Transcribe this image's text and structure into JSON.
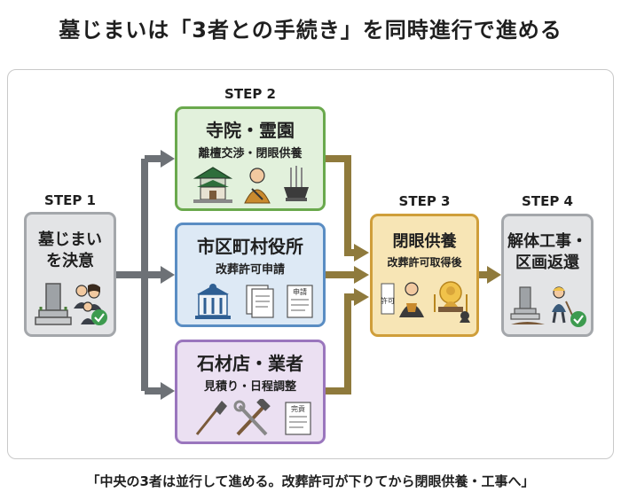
{
  "title": "墓じまいは「3者との手続き」を同時進行で進める",
  "steps": [
    {
      "label": "STEP 1",
      "heading_line1": "墓じまい",
      "heading_line2": "を決意"
    },
    {
      "label": "STEP 2"
    },
    {
      "label": "STEP 3",
      "heading": "閉眼供養",
      "sub": "改葬許可取得後"
    },
    {
      "label": "STEP 4",
      "heading_line1": "解体工事・",
      "heading_line2": "区画返還"
    }
  ],
  "parties": [
    {
      "heading": "寺院・霊園",
      "sub": "離檀交渉・閉眼供養"
    },
    {
      "heading": "市区町村役所",
      "sub": "改葬許可申請"
    },
    {
      "heading": "石材店・業者",
      "sub": "見積り・日程調整"
    }
  ],
  "doc_labels": {
    "application": "申請",
    "completion": "完貢",
    "certificate": "許可"
  },
  "footer": "「中央の3者は並行して進める。改葬許可が下りてから閉眼供養・工事へ」",
  "colors": {
    "arrow_gray": "#6d7176",
    "arrow_gold": "#8f7a3c",
    "green": "#6aa94d",
    "blue": "#5a8dc3",
    "purple": "#9a76bd",
    "gold": "#cf9e3a",
    "check_green": "#3d9b4f"
  }
}
